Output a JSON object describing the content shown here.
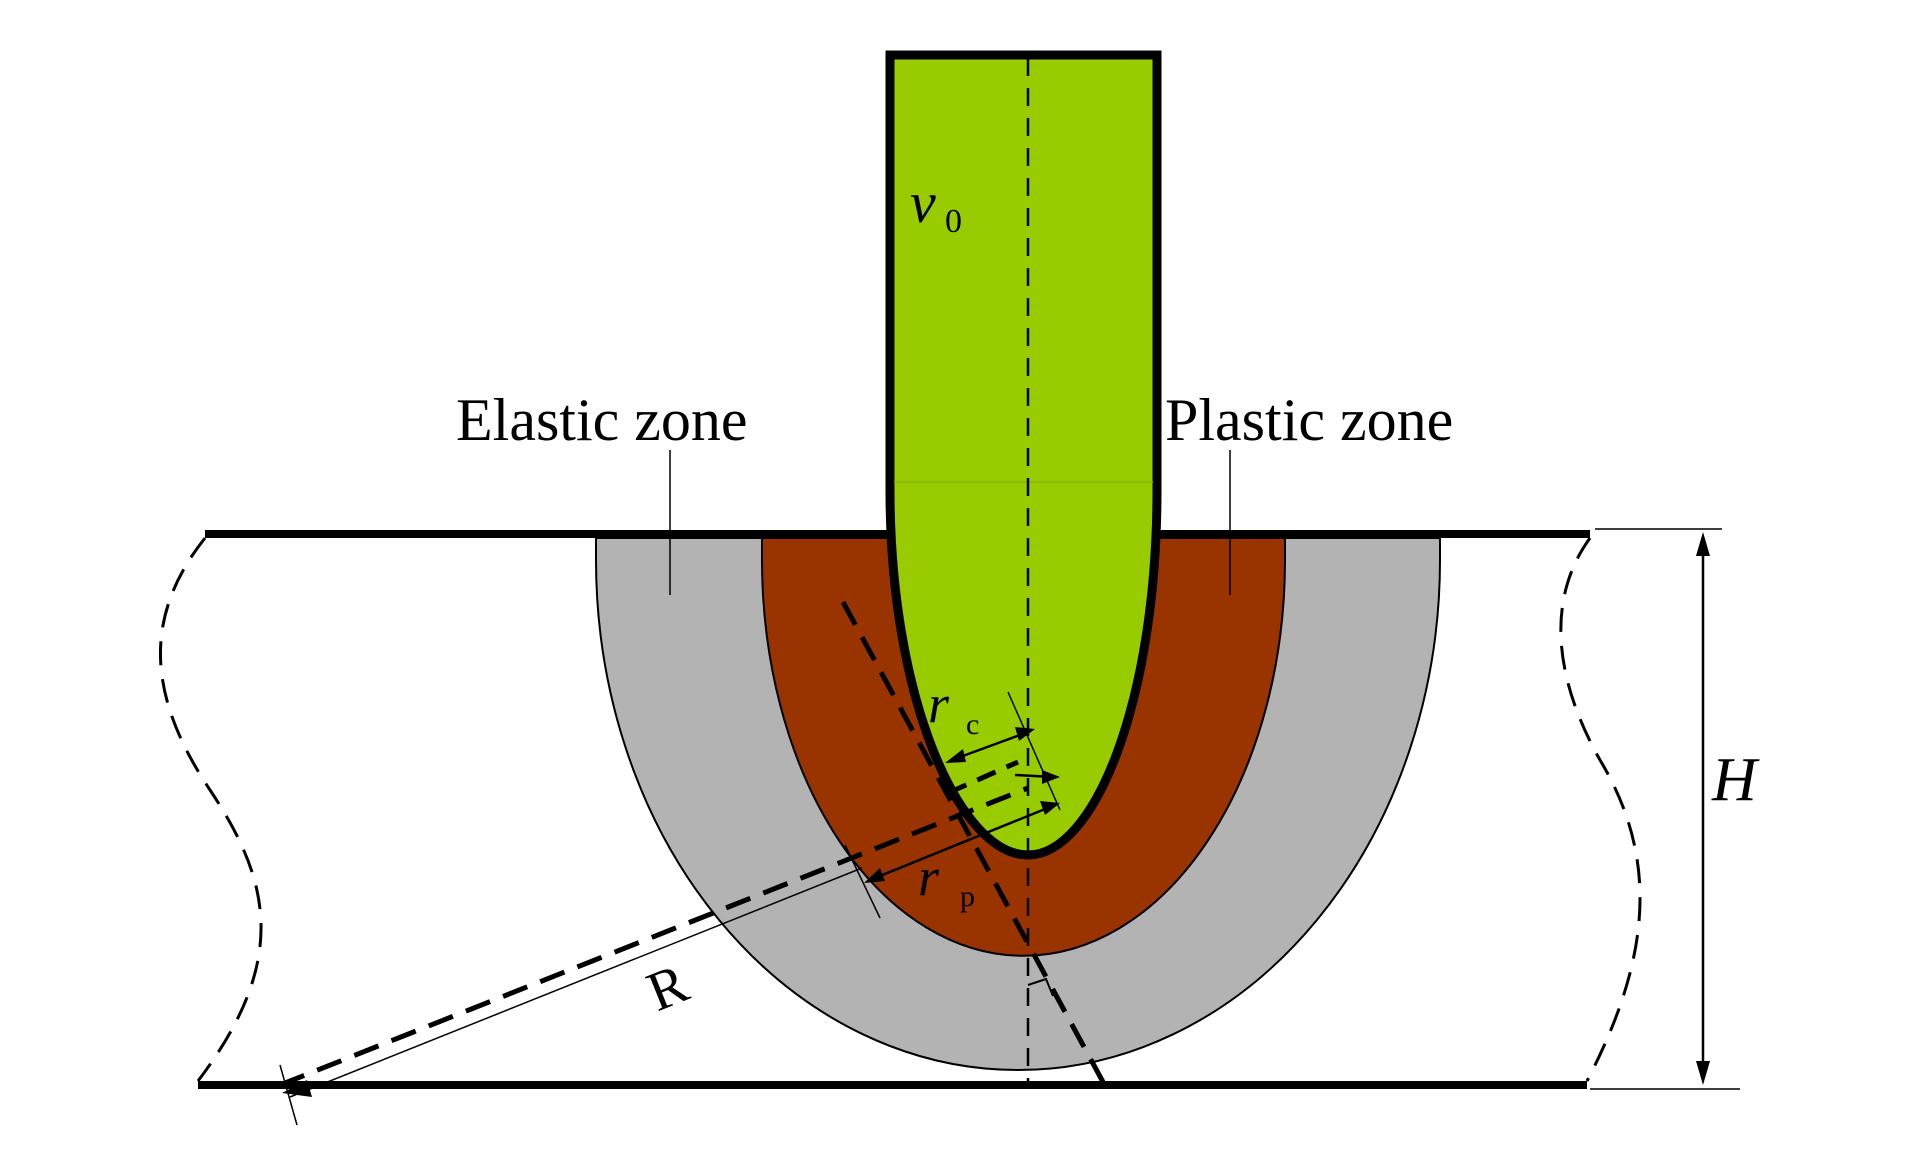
{
  "labels": {
    "elastic_zone": "Elastic zone",
    "plastic_zone": "Plastic zone",
    "velocity_symbol": "v",
    "velocity_subscript": "0",
    "height_symbol": "H",
    "radius_outer": "R",
    "radius_c_symbol": "r",
    "radius_c_subscript": "c",
    "radius_p_symbol": "r",
    "radius_p_subscript": "p"
  },
  "colors": {
    "indenter_fill": "#99cc00",
    "plastic_fill": "#993300",
    "elastic_fill": "#b3b3b3",
    "outline": "#000000",
    "background": "#ffffff"
  }
}
